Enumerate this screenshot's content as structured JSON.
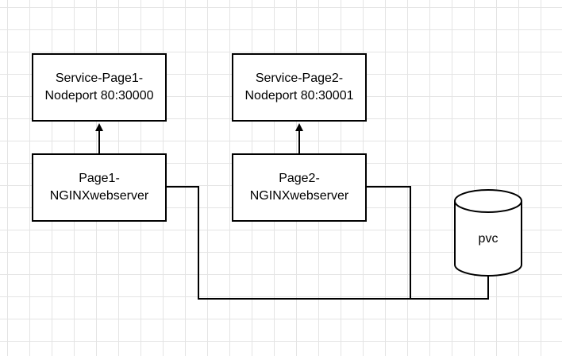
{
  "diagram": {
    "nodes": {
      "service_page1": {
        "label": "Service-Page1-\nNodeport 80:30000"
      },
      "service_page2": {
        "label": "Service-Page2-\nNodeport 80:30001"
      },
      "page1_server": {
        "label": "Page1-\nNGINXwebserver"
      },
      "page2_server": {
        "label": "Page2-\nNGINXwebserver"
      },
      "pvc": {
        "label": "pvc"
      }
    },
    "edges": [
      {
        "from": "page1_server",
        "to": "service_page1",
        "arrow": true
      },
      {
        "from": "page2_server",
        "to": "service_page2",
        "arrow": true
      },
      {
        "from": "page1_server",
        "to": "pvc",
        "arrow": false
      },
      {
        "from": "page2_server",
        "to": "pvc",
        "arrow": false
      }
    ],
    "colors": {
      "background": "#ffffff",
      "grid": "#e4e4e4",
      "stroke": "#000000"
    }
  }
}
